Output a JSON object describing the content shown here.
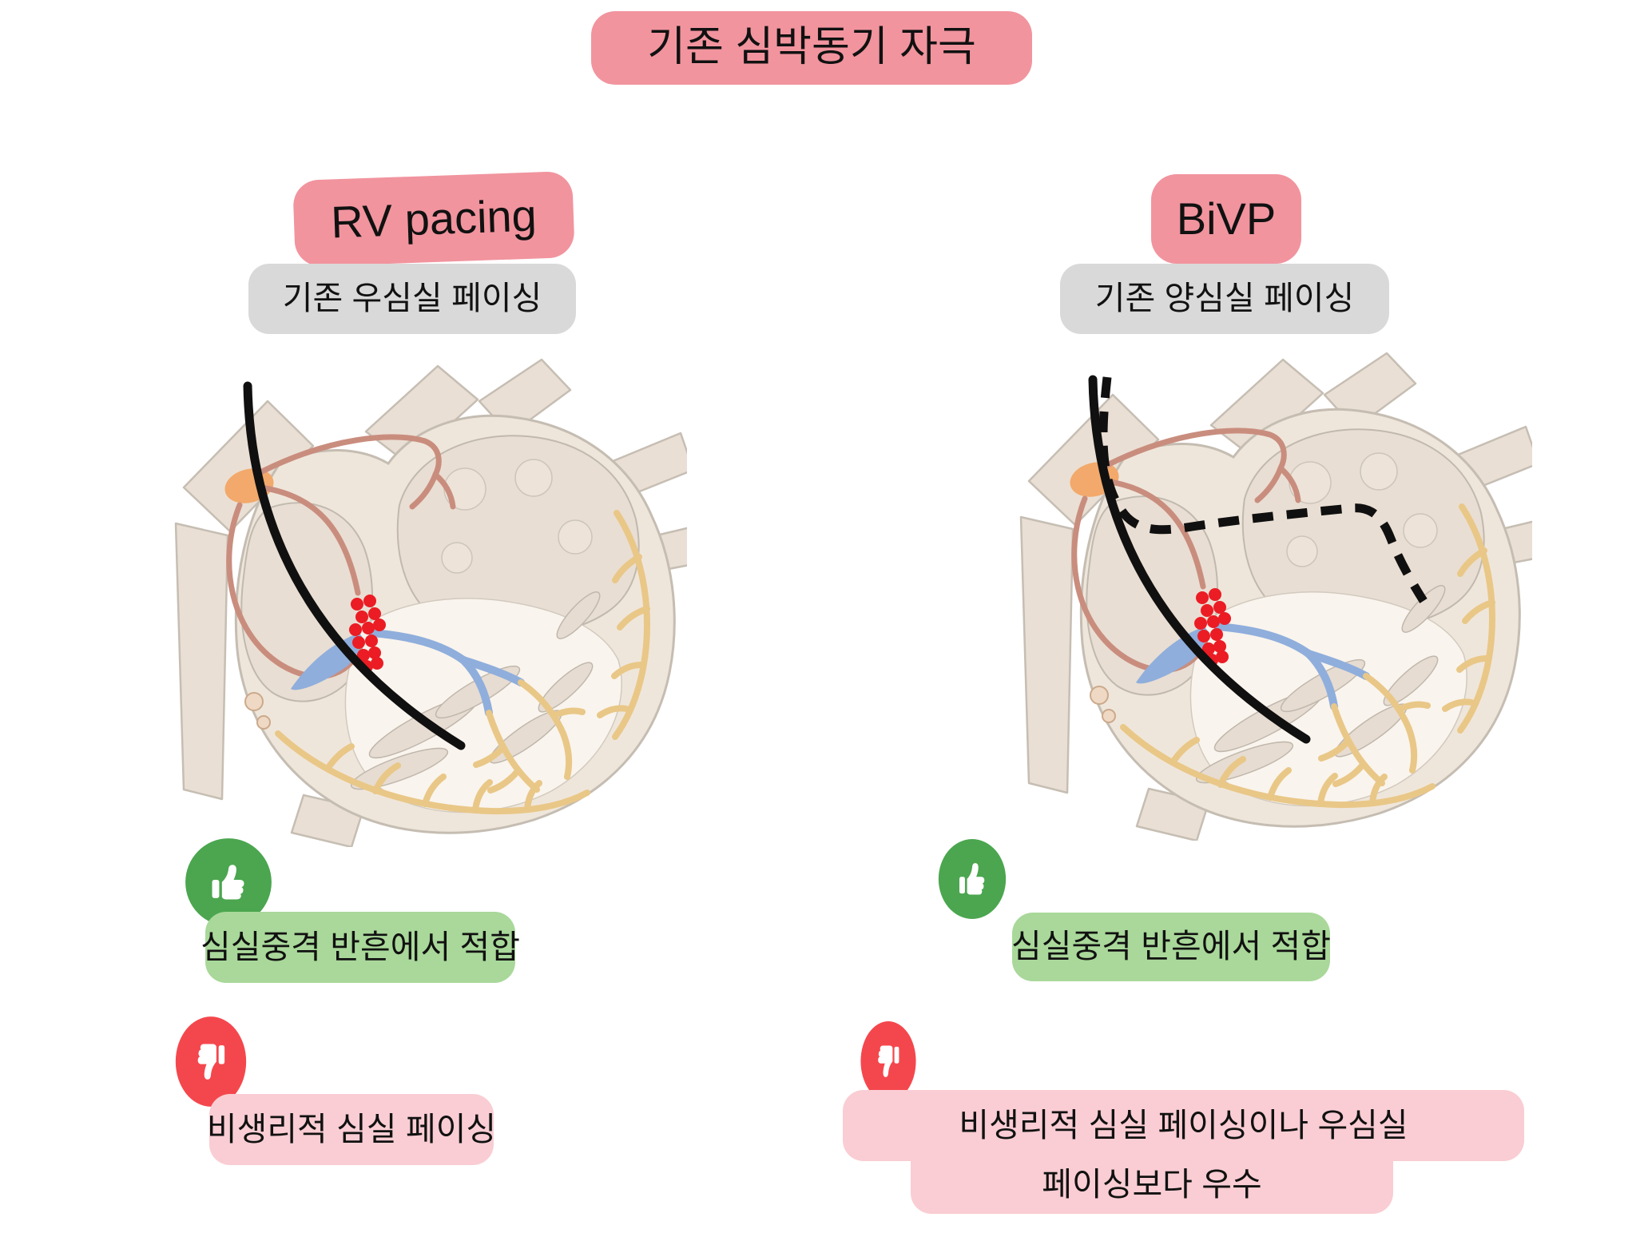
{
  "title": {
    "label": "기존 심박동기 자극"
  },
  "panels": {
    "rv": {
      "heading": "RV pacing",
      "subheading": "기존 우심실 페이싱",
      "heart": "four-chamber-heart-with-single-solid-rv-lead",
      "pro": {
        "icon": "thumbs-up-icon",
        "label": "심실중격 반흔에서 적합"
      },
      "con": {
        "icon": "thumbs-down-icon",
        "label": "비생리적 심실 페이싱"
      }
    },
    "bivp": {
      "heading": "BiVP",
      "subheading": "기존 양심실 페이싱",
      "heart": "four-chamber-heart-with-solid-rv-lead-and-dashed-lv-lead",
      "pro": {
        "icon": "thumbs-up-icon",
        "label": "심실중격 반흔에서 적합"
      },
      "con": {
        "icon": "thumbs-down-icon",
        "label_line1": "비생리적 심실 페이싱이나 우심실",
        "label_line2": "페이싱보다 우수"
      }
    }
  },
  "icons": {
    "thumbs_up": "thumbs-up-icon",
    "thumbs_down": "thumbs-down-icon",
    "heart_parts": [
      "sa-node-orange",
      "internodal-tracts-salmon",
      "av-node-block-red-dots",
      "his-bundle-blue",
      "purkinje-fibers-yellow",
      "pacing-lead-solid-black",
      "lv-lead-dashed-black"
    ]
  },
  "colors": {
    "badge_pink": "#F1949E",
    "badge_gray": "#D9D9D9",
    "badge_green": "#A9D89A",
    "badge_light_pink": "#F9CDD3",
    "icon_green": "#4BA64F",
    "icon_red": "#F4474D",
    "lead_black": "#101010",
    "av_node_red": "#EB1C24",
    "sa_node_orange": "#F2A96B",
    "his_bundle_blue": "#8FAEDC",
    "purkinje_yellow": "#E9C787",
    "tract_salmon": "#C98D7E",
    "heart_beige": "#EFE6DB"
  }
}
